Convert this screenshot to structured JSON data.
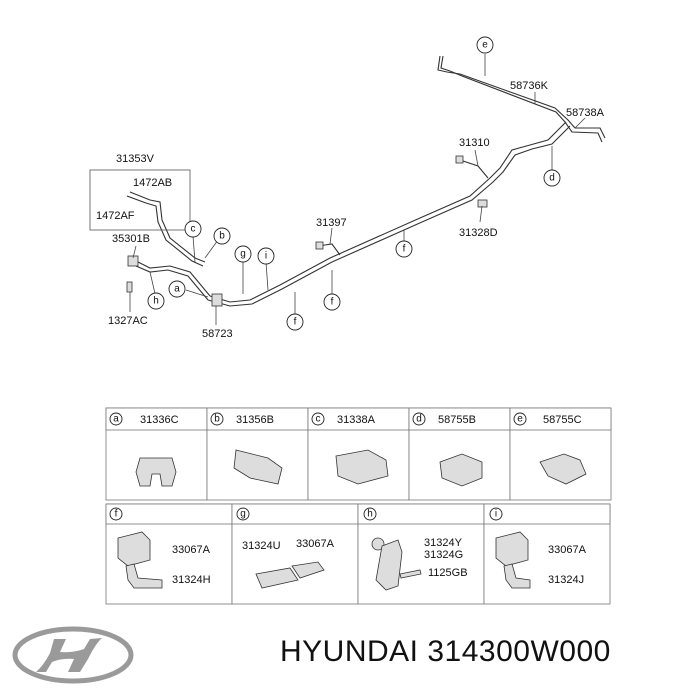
{
  "diagram": {
    "labels": {
      "p58736K": "58736K",
      "p58738A": "58738A",
      "p31310": "31310",
      "p31328D": "31328D",
      "p31397": "31397",
      "p31353V": "31353V",
      "p1472AB": "1472AB",
      "p1472AF": "1472AF",
      "p35301B": "35301B",
      "p1327AC": "1327AC",
      "p58723": "58723"
    },
    "callouts": [
      "e",
      "d",
      "c",
      "b",
      "g",
      "i",
      "h",
      "a",
      "f",
      "f",
      "f"
    ]
  },
  "legend": {
    "row1": [
      {
        "letter": "a",
        "part": "31336C"
      },
      {
        "letter": "b",
        "part": "31356B"
      },
      {
        "letter": "c",
        "part": "31338A"
      },
      {
        "letter": "d",
        "part": "58755B"
      },
      {
        "letter": "e",
        "part": "58755C"
      }
    ],
    "row2": [
      {
        "letter": "f",
        "parts": [
          "33067A",
          "31324H"
        ]
      },
      {
        "letter": "g",
        "parts": [
          "31324U",
          "33067A"
        ]
      },
      {
        "letter": "h",
        "parts": [
          "31324Y",
          "31324G",
          "1125GB"
        ]
      },
      {
        "letter": "i",
        "parts": [
          "33067A",
          "31324J"
        ]
      }
    ]
  },
  "footer": {
    "title": "HYUNDAI 314300W000",
    "logo_icon": "hyundai-logo-icon"
  }
}
